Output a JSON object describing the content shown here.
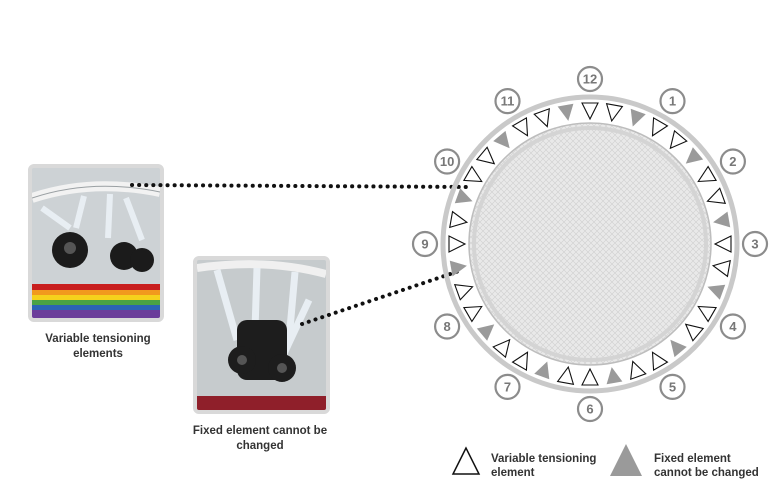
{
  "captions": {
    "photo1": "Variable tensioning elements",
    "photo2": "Fixed element cannot be changed"
  },
  "legend": {
    "variable": "Variable tensioning element",
    "fixed": "Fixed element cannot be changed"
  },
  "clock_labels": [
    "1",
    "2",
    "3",
    "4",
    "5",
    "6",
    "7",
    "8",
    "9",
    "10",
    "11",
    "12"
  ],
  "colors": {
    "frame": "#c9c9c9",
    "fixed_triangle": "#9a9a9a",
    "label_circle": "#8c8c8c",
    "label_text": "#777777"
  },
  "icons": [
    "dotted-leader-line",
    "variable-triangle-icon",
    "fixed-triangle-icon"
  ]
}
